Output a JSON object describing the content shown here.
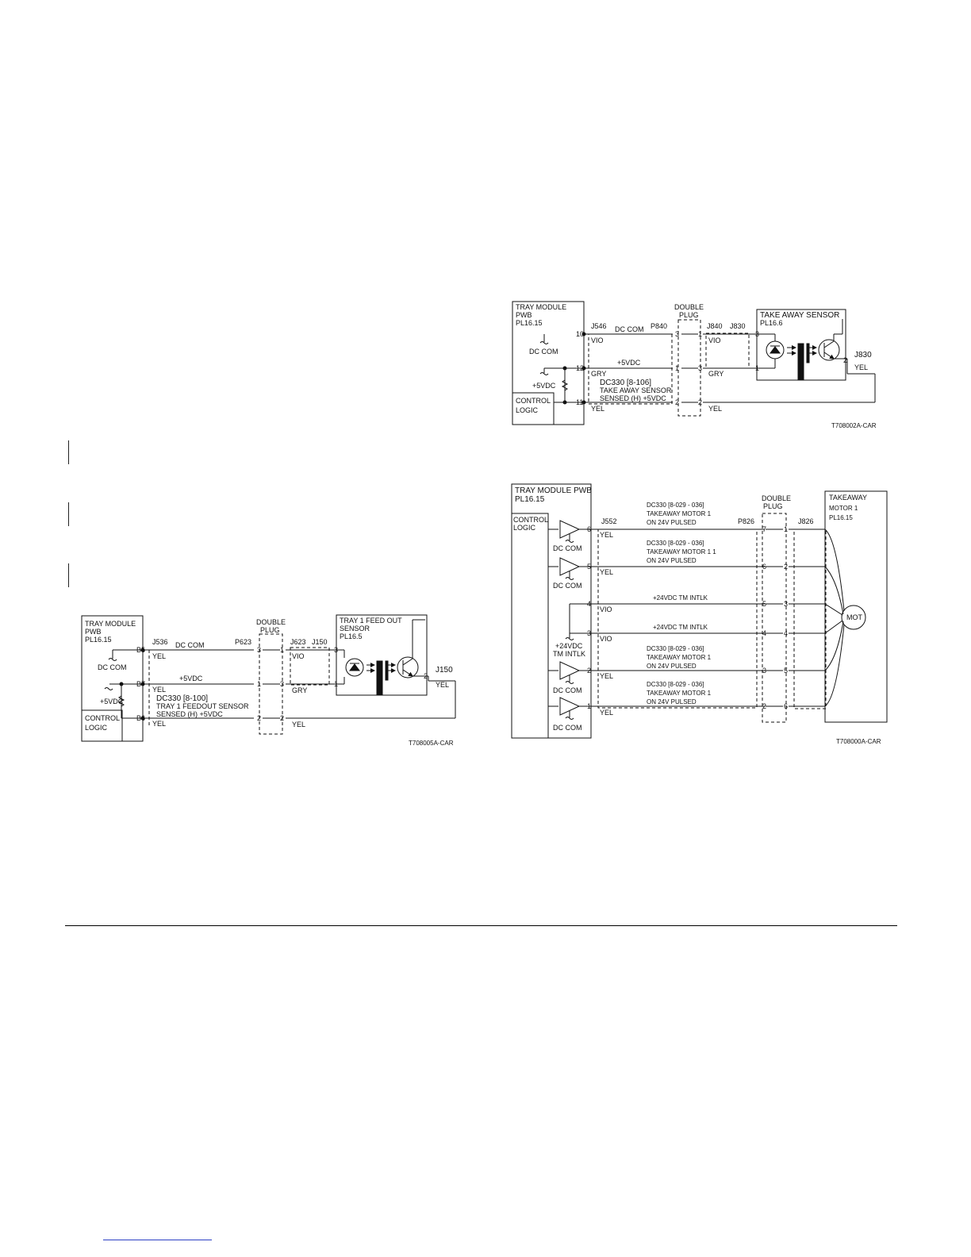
{
  "colors": {
    "line": "#111111",
    "link": "#2c3fc4"
  },
  "diagram_a": {
    "box_title_1": "TRAY MODULE",
    "box_title_2": "PWB",
    "box_title_3": "PL16.15",
    "control_1": "CONTROL",
    "control_2": "LOGIC",
    "dc_com_ground": "DC COM",
    "plus5_ground": "+5VDC",
    "j536": "J536",
    "dc_com_line": "DC COM",
    "p623": "P623",
    "double_1": "DOUBLE",
    "double_2": "PLUG",
    "j623": "J623",
    "j150": "J150",
    "sensor_1": "TRAY 1 FEED OUT",
    "sensor_2": "SENSOR",
    "sensor_3": "PL16.5",
    "pin_b5": "B5",
    "pin_b7": "B7",
    "pin_b6": "B6",
    "yel_1": "YEL",
    "yel_2": "YEL",
    "yel_3": "YEL",
    "plus5_line": "+5VDC",
    "dc_label": "DC330 [8-100]",
    "feedout": "TRAY 1 FEEDOUT SENSOR",
    "sensed": "SENSED (H) +5VDC",
    "pl_3": "3",
    "pl_1": "1",
    "pl_2": "2",
    "pr_1": "1",
    "pr_3": "3",
    "pr_2": "2",
    "vio": "VIO",
    "gry": "GRY",
    "yel_out": "YEL",
    "s_pin3": "3",
    "s_pin1": "1",
    "s_pin2": "2",
    "j150_right": "J150",
    "yel_right": "YEL",
    "code": "T708005A-CAR"
  },
  "diagram_b": {
    "box_title_1": "TRAY MODULE",
    "box_title_2": "PWB",
    "box_title_3": "PL16.15",
    "control_1": "CONTROL",
    "control_2": "LOGIC",
    "dc_com_ground": "DC COM",
    "plus5_ground": "+5VDC",
    "j546": "J546",
    "dc_com_line": "DC COM",
    "p840": "P840",
    "double_1": "DOUBLE",
    "double_2": "PLUG",
    "j840": "J840",
    "j830": "J830",
    "sensor_1": "TAKE AWAY SENSOR",
    "sensor_2": "PL16.6",
    "pin_10": "10",
    "pin_12": "12",
    "pin_11": "11",
    "vio_1": "VIO",
    "plus5_line": "+5VDC",
    "gry_1": "GRY",
    "dc_label": "DC330 [8-106]",
    "take_away": "TAKE AWAY SENSOR",
    "sensed": "SENSED (H) +5VDC",
    "yel_1": "YEL",
    "pl_3": "3",
    "pl_1": "1",
    "pl_2": "2",
    "pr_1": "1",
    "pr_3": "3",
    "pr_2": "2",
    "vio_2": "VIO",
    "gry_2": "GRY",
    "yel_2": "YEL",
    "s_pin3": "3",
    "s_pin1": "1",
    "s_pin2": "2",
    "j830_right": "J830",
    "yel_right": "YEL",
    "code": "T708002A-CAR"
  },
  "diagram_c": {
    "box_title_1": "TRAY MODULE PWB",
    "box_title_2": "PL16.15",
    "control_1": "CONTROL",
    "control_2": "LOGIC",
    "j552": "J552",
    "p826": "P826",
    "double_1": "DOUBLE",
    "double_2": "PLUG",
    "j826": "J826",
    "motor_1": "TAKEAWAY",
    "motor_2": "MOTOR 1",
    "motor_3": "PL16.15",
    "mot": "MOT",
    "l1_a": "DC330 [8-029 - 036]",
    "l1_b": "TAKEAWAY MOTOR 1",
    "l1_c": "ON 24V PULSED",
    "l2_a": "DC330 [8-029 - 036]",
    "l2_b": "TAKEAWAY MOTOR 1  1",
    "l2_c": "ON 24V PULSED",
    "l3": "+24VDC TM INTLK",
    "l4": "+24VDC TM INTLK",
    "l5_a": "DC330 [8-029 - 036]",
    "l5_b": "TAKEAWAY MOTOR 1",
    "l5_c": "ON 24V PULSED",
    "l6_a": "DC330 [8-029 - 036]",
    "l6_b": "TAKEAWAY MOTOR 1",
    "l6_c": "ON 24V PULSED",
    "pin_6": "6",
    "pin_5": "5",
    "pin_4": "4",
    "pin_3": "3",
    "pin_2": "2",
    "pin_1": "1",
    "yel_a": "YEL",
    "yel_b": "YEL",
    "vio_a": "VIO",
    "vio_b": "VIO",
    "yel_c": "YEL",
    "yel_d": "YEL",
    "dc_com_1": "DC COM",
    "dc_com_2": "DC COM",
    "dc_com_3": "DC COM",
    "dc_com_4": "DC COM",
    "intlk_1": "+24VDC",
    "intlk_2": "TM INTLK",
    "dpl_7": "7",
    "dpl_6": "6",
    "dpl_5": "5",
    "dpl_4": "4",
    "dpl_3": "3",
    "dpl_2": "2",
    "dpr_1": "1",
    "dpr_2": "2",
    "dpr_3": "3",
    "dpr_4": "4",
    "dpr_5": "5",
    "dpr_6": "6",
    "code": "T708000A-CAR"
  }
}
